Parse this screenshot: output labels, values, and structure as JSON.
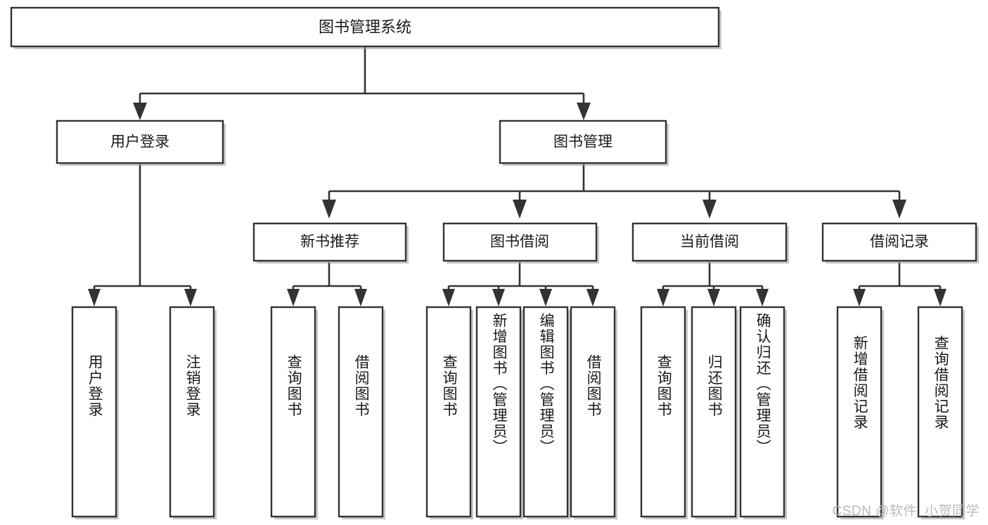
{
  "diagram": {
    "type": "tree",
    "title_text": "图书管理系统",
    "orientation": "top-down",
    "colors": {
      "box_stroke": "#333333",
      "box_fill": "#ffffff",
      "connector": "#333333",
      "text": "#1a1a1a",
      "watermark": "#b9b9b9",
      "background": "#ffffff"
    },
    "root": {
      "id": "root",
      "label": "图书管理系统",
      "level": 0
    },
    "level1": [
      {
        "id": "user-login",
        "label": "用户登录",
        "level": 1
      },
      {
        "id": "book-manage",
        "label": "图书管理",
        "level": 1
      }
    ],
    "level2": [
      {
        "id": "new-book-recommend",
        "label": "新书推荐",
        "level": 2,
        "parent": "book-manage"
      },
      {
        "id": "book-borrow",
        "label": "图书借阅",
        "level": 2,
        "parent": "book-manage"
      },
      {
        "id": "current-borrow",
        "label": "当前借阅",
        "level": 2,
        "parent": "book-manage"
      },
      {
        "id": "borrow-record",
        "label": "借阅记录",
        "level": 2,
        "parent": "book-manage"
      }
    ],
    "leaves": [
      {
        "id": "leaf-user-login",
        "label": "用户登录",
        "parent": "user-login"
      },
      {
        "id": "leaf-logout-login",
        "label": "注销登录",
        "parent": "user-login"
      },
      {
        "id": "leaf-query-book-recommend",
        "label": "查询图书",
        "parent": "new-book-recommend"
      },
      {
        "id": "leaf-borrow-book-recommend",
        "label": "借阅图书",
        "parent": "new-book-recommend"
      },
      {
        "id": "leaf-query-book-borrow",
        "label": "查询图书",
        "parent": "book-borrow"
      },
      {
        "id": "leaf-add-book-admin",
        "label": "新增图书（管理员）",
        "parent": "book-borrow"
      },
      {
        "id": "leaf-edit-book-admin",
        "label": "编辑图书（管理员）",
        "parent": "book-borrow"
      },
      {
        "id": "leaf-borrow-book",
        "label": "借阅图书",
        "parent": "book-borrow"
      },
      {
        "id": "leaf-query-book-current",
        "label": "查询图书",
        "parent": "current-borrow"
      },
      {
        "id": "leaf-return-book",
        "label": "归还图书",
        "parent": "current-borrow"
      },
      {
        "id": "leaf-confirm-return-admin",
        "label": "确认归还（管理员）",
        "parent": "current-borrow"
      },
      {
        "id": "leaf-add-borrow-record",
        "label": "新增借阅记录",
        "parent": "borrow-record"
      },
      {
        "id": "leaf-query-borrow-record",
        "label": "查询借阅记录",
        "parent": "borrow-record"
      }
    ]
  },
  "watermark": {
    "text": "CSDN @软件_小贺同学"
  }
}
